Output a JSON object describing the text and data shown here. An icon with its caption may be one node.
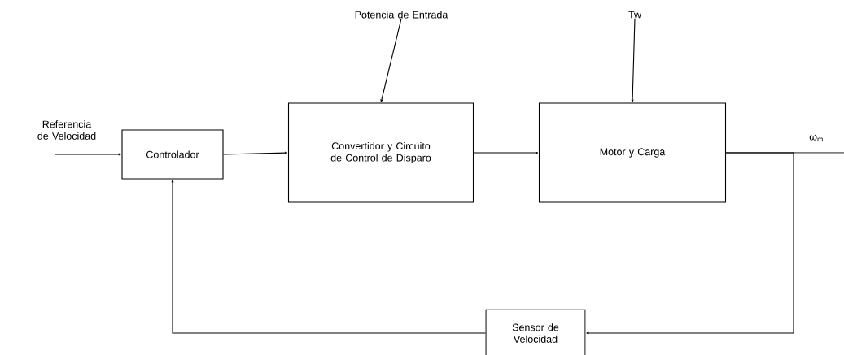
{
  "diagram": {
    "nodes": [
      {
        "text": [
          "Referencia de Velocidad"
        ]
      },
      {
        "text": [
          "Controlador"
        ]
      },
      {
        "text": [
          "Convertidor y Circuito de Control de Disparo"
        ]
      },
      {
        "text": [
          "Motor y Carga"
        ]
      },
      {
        "text": [
          "Sensor de Velocidad"
        ]
      },
      {
        "text": [
          "Potencia de Entrada"
        ]
      },
      {
        "text": [
          "Tw"
        ]
      }
    ],
    "edges": [
      {
        "from": 0,
        "to": 1,
        "arrow": "to"
      },
      {
        "from": 1,
        "to": 2,
        "arrow": "to"
      },
      {
        "from": 5,
        "to": 2,
        "arrow": "to"
      },
      {
        "from": 2,
        "to": 3,
        "arrow": "to"
      },
      {
        "from": 6,
        "to": 3,
        "arrow": "to"
      },
      {
        "from": 3,
        "to": null,
        "arrow": "none"
      },
      {
        "from": 3,
        "to": 4,
        "arrow": "to"
      },
      {
        "from": 4,
        "to": 1,
        "arrow": "to"
      }
    ],
    "labels": [
      "ω$_{m}$"
    ]
  }
}
